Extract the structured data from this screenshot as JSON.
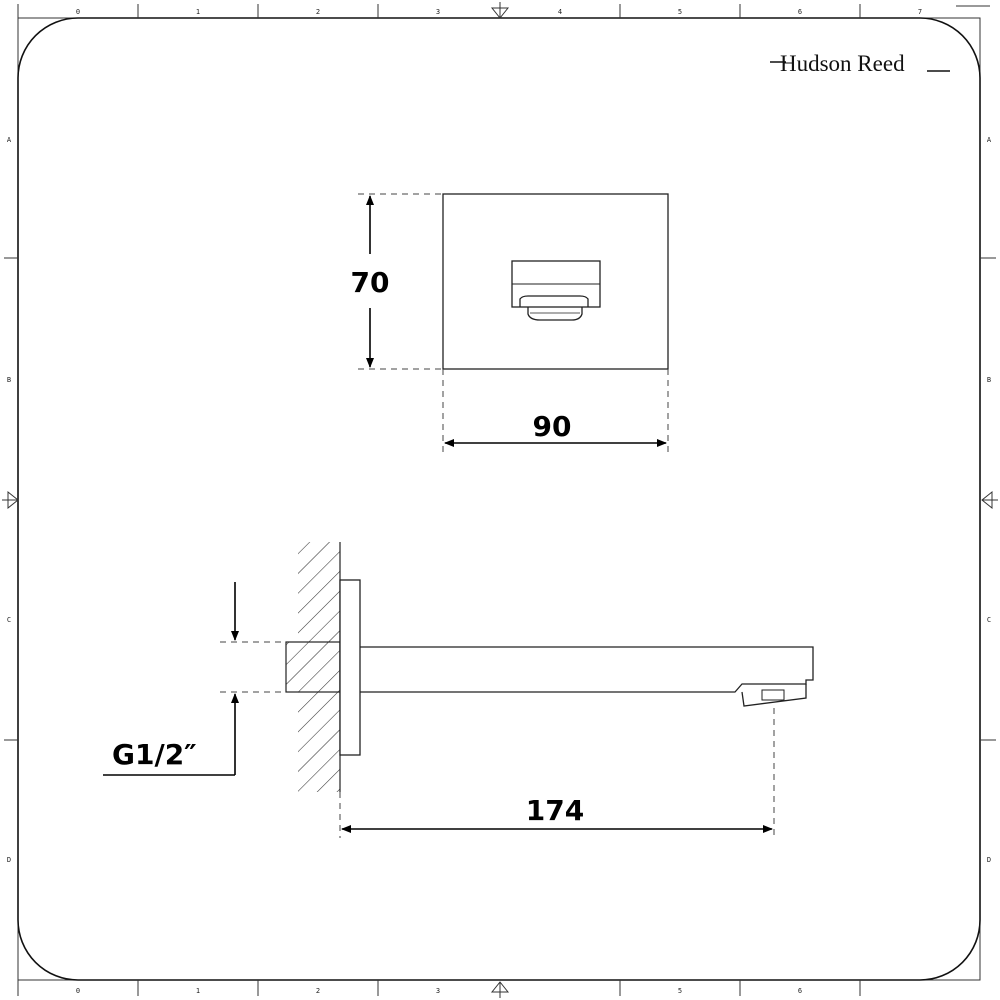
{
  "brand": {
    "name": "Hudson Reed"
  },
  "grid": {
    "columns": [
      "0",
      "1",
      "2",
      "3",
      "4",
      "5",
      "6",
      "7"
    ],
    "rows": [
      "A",
      "B",
      "C",
      "D"
    ]
  },
  "dimensions": {
    "height": "70",
    "width": "90",
    "projection": "174",
    "thread": "G1/2″"
  }
}
